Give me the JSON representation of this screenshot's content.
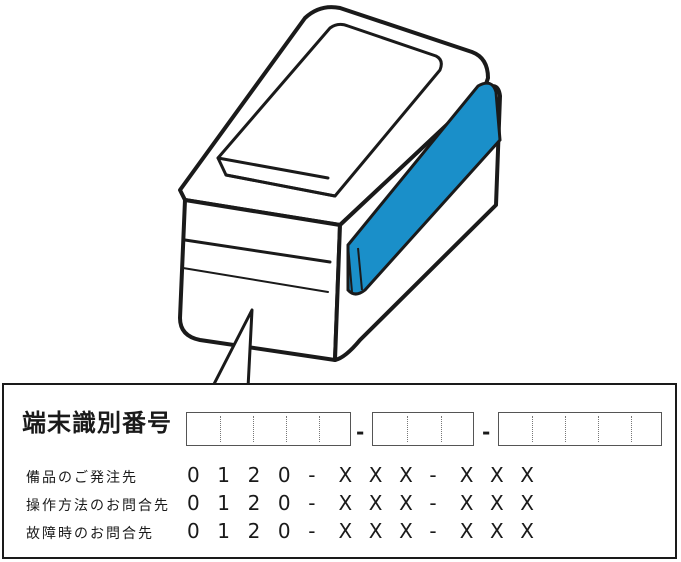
{
  "terminal_id_label": "端末識別番号",
  "separator": "-",
  "contacts": [
    {
      "label": "備品のご発注先",
      "number": "0120-XXX-XXX"
    },
    {
      "label": "操作方法のお問合先",
      "number": "0120-XXX-XXX"
    },
    {
      "label": "故障時のお問合先",
      "number": "0120-XXX-XXX"
    }
  ],
  "colors": {
    "accent": "#1a8fc9",
    "line": "#1a1a1a"
  }
}
